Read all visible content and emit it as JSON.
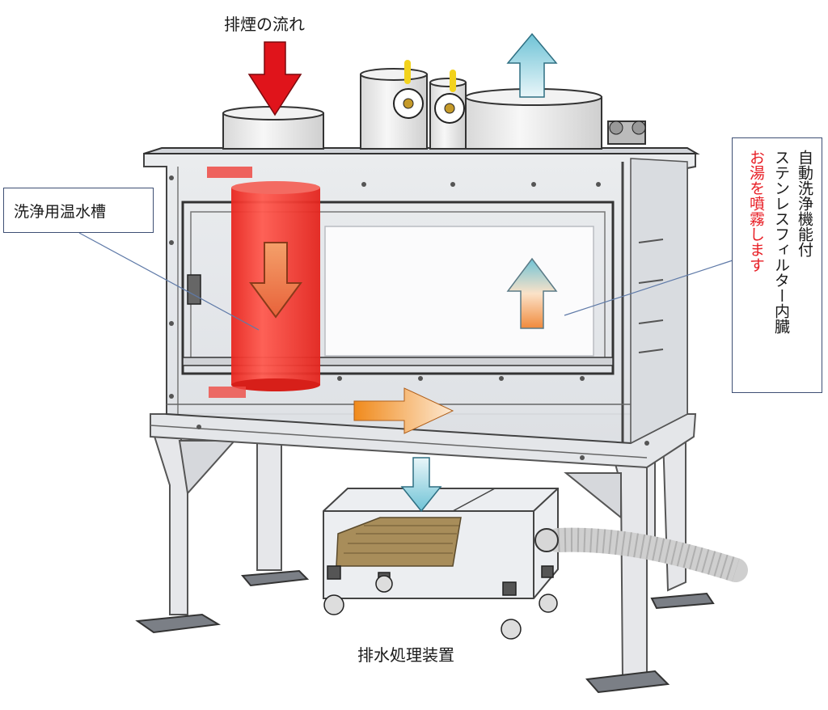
{
  "labels": {
    "smoke_flow": "排煙の流れ",
    "wash_tank": "洗浄用温水槽",
    "drain_unit": "排水処理装置",
    "filter_line1": "自動洗浄機能付",
    "filter_line2": "ステンレスフィルター内臓",
    "spray_note": "お湯を噴霧します"
  },
  "colors": {
    "smoke_arrow": "#e0141b",
    "hot_tank": "#f03a33",
    "exhaust_arrow": "#6fc3d6",
    "note_text": "#e81e25",
    "callout_border": "#3e4f74"
  }
}
